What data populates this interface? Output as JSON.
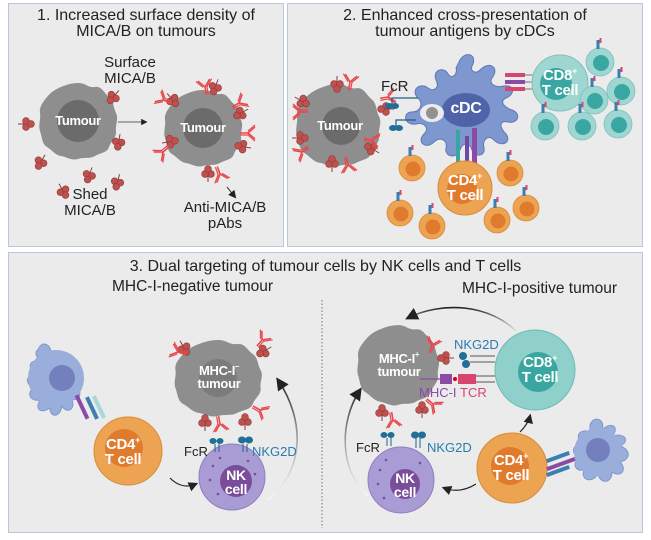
{
  "panels": {
    "p1": {
      "title_line1": "1. Increased surface density of",
      "title_line2": "MICA/B on tumours",
      "surface_label_1": "Surface",
      "surface_label_2": "MICA/B",
      "shed_label_1": "Shed",
      "shed_label_2": "MICA/B",
      "antibody_label_1": "Anti-MICA/B",
      "antibody_label_2": "pAbs",
      "tumour_left": "Tumour",
      "tumour_right": "Tumour"
    },
    "p2": {
      "title_line1": "2. Enhanced cross-presentation of",
      "title_line2": "tumour antigens by cDCs",
      "tumour": "Tumour",
      "fcr": "FcR",
      "cdc": "cDC",
      "cd8_1": "CD8",
      "cd8_sup": "+",
      "cd8_2": "T cell",
      "cd4_1": "CD4",
      "cd4_sup": "+",
      "cd4_2": "T cell"
    },
    "p3": {
      "title": "3. Dual targeting of tumour cells by NK cells and T cells",
      "left_subtitle": "MHC-I-negative tumour",
      "right_subtitle": "MHC-I-positive tumour",
      "left": {
        "tumour_1": "MHC-I",
        "tumour_sup": "–",
        "tumour_2": "tumour",
        "cd4_1": "CD4",
        "cd4_sup": "+",
        "cd4_2": "T cell",
        "nk_1": "NK",
        "nk_2": "cell",
        "fcr": "FcR",
        "nkg2d": "NKG2D"
      },
      "right": {
        "tumour_1": "MHC-I",
        "tumour_sup": "+",
        "tumour_2": "tumour",
        "nkg2d_top": "NKG2D",
        "mhc_i": "MHC-I",
        "tcr": "TCR",
        "cd8_1": "CD8",
        "cd8_sup": "+",
        "cd8_2": "T cell",
        "fcr": "FcR",
        "nkg2d_bottom": "NKG2D",
        "nk_1": "NK",
        "nk_2": "cell",
        "cd4_1": "CD4",
        "cd4_sup": "+",
        "cd4_2": "T cell"
      }
    }
  },
  "colors": {
    "panel_bg": "#ebebeb",
    "panel_border": "#b9c6dd",
    "tumour": "#8e8e8e",
    "tumour_nucleus": "#6b6b6b",
    "mica": "#c0504d",
    "antibody": "#e8474c",
    "cdc": "#7f97cf",
    "cd8": "#8fd0cb",
    "cd8_nucleus": "#3aa6a1",
    "cd4": "#eda452",
    "cd4_nucleus": "#e07b2e",
    "nk": "#a99bd3",
    "nk_nucleus": "#7a4d9a",
    "nkg2d": "#2a7cae",
    "mhc": "#8b4aa3",
    "tcr": "#d8456f"
  }
}
